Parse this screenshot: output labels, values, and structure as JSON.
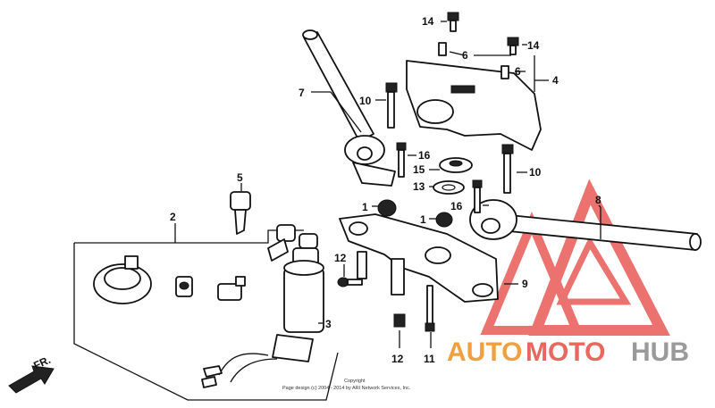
{
  "diagram": {
    "callouts": {
      "n14a": "14",
      "n14b": "14",
      "n6a": "6",
      "n6b": "6",
      "n4": "4",
      "n7": "7",
      "n10a": "10",
      "n10b": "10",
      "n16a": "16",
      "n16b": "16",
      "n15": "15",
      "n13": "13",
      "n5": "5",
      "n2": "2",
      "n1a": "1",
      "n1b": "1",
      "n8": "8",
      "n12a": "12",
      "n12b": "12",
      "n9": "9",
      "n3": "3",
      "n11": "11"
    },
    "direction_label": "FR.",
    "copyright_line1": "Copyright",
    "copyright_line2": "Page design (c) 2004 - 2014 by ARI Network Services, Inc.",
    "watermark": {
      "text_auto": "AUTO",
      "text_moto": "MOTO",
      "text_hub": "HUB",
      "colors": {
        "auto": "#f0a040",
        "moto": "#e8675f",
        "hub": "#9a9a9a",
        "triangle": "#e85a55"
      }
    }
  }
}
